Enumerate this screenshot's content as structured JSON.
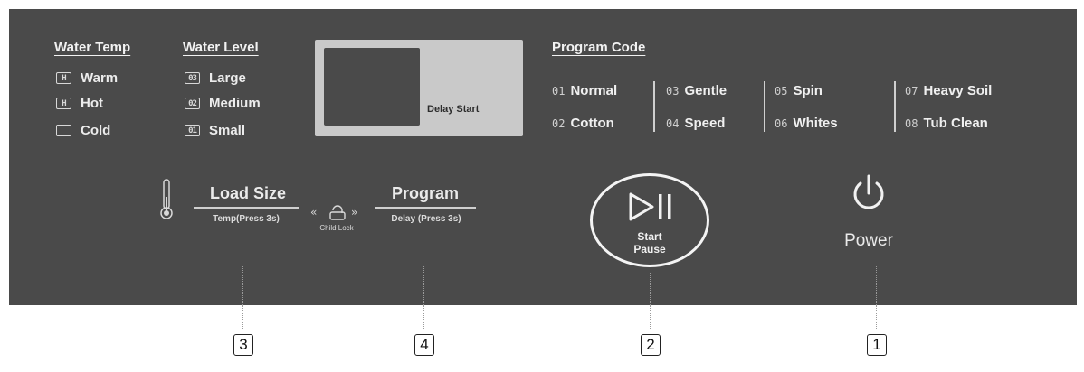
{
  "water_temp": {
    "header": "Water Temp",
    "items": [
      {
        "glyph": "H",
        "label": "Warm"
      },
      {
        "glyph": "H",
        "label": "Hot"
      },
      {
        "glyph": "",
        "label": "Cold"
      }
    ]
  },
  "water_level": {
    "header": "Water Level",
    "items": [
      {
        "glyph": "03",
        "label": "Large"
      },
      {
        "glyph": "02",
        "label": "Medium"
      },
      {
        "glyph": "01",
        "label": "Small"
      }
    ]
  },
  "display": {
    "label": "Delay Start"
  },
  "program_code": {
    "header": "Program Code",
    "items": [
      {
        "code": "01",
        "label": "Normal"
      },
      {
        "code": "02",
        "label": "Cotton"
      },
      {
        "code": "03",
        "label": "Gentle"
      },
      {
        "code": "04",
        "label": "Speed"
      },
      {
        "code": "05",
        "label": "Spin"
      },
      {
        "code": "06",
        "label": "Whites"
      },
      {
        "code": "07",
        "label": "Heavy Soil"
      },
      {
        "code": "08",
        "label": "Tub Clean"
      }
    ]
  },
  "load_size": {
    "title": "Load Size",
    "sub": "Temp(Press 3s)"
  },
  "child_lock": {
    "label": "Child Lock"
  },
  "program": {
    "title": "Program",
    "sub": "Delay (Press 3s)"
  },
  "start_pause": {
    "line1": "Start",
    "line2": "Pause"
  },
  "power": {
    "label": "Power"
  },
  "callouts": [
    "3",
    "4",
    "2",
    "1"
  ],
  "colors": {
    "panel": "#4a4a4a",
    "display": "#c9c9c9",
    "text": "#ececec"
  }
}
